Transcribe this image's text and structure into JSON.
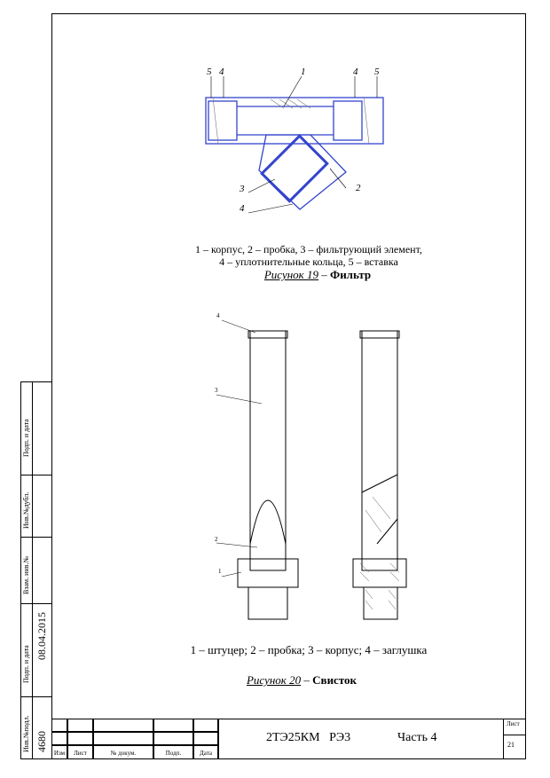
{
  "figure19": {
    "callouts": [
      "5",
      "4",
      "1",
      "4",
      "5",
      "3",
      "2",
      "4"
    ],
    "caption_line1": "1 – корпус, 2 – пробка, 3 – фильтрующий элемент,",
    "caption_line2": "4 – уплотнительные кольца, 5 – вставка",
    "title_italic": "Рисунок 19",
    "title_dash": " – ",
    "title_bold": "Фильтр"
  },
  "figure20": {
    "callouts": [
      "4",
      "3",
      "2",
      "1"
    ],
    "caption": "1 – штуцер; 2 – пробка; 3 – корпус; 4 – заглушка",
    "title_italic": "Рисунок 20",
    "title_dash": " – ",
    "title_bold": "Свисток"
  },
  "side_strip": {
    "labels": [
      "Подп. и дата",
      "Инв.№дубл.",
      "Взам. инв.№",
      "Подп. и дата",
      "Инв.№подл."
    ],
    "date": "08.04.2015",
    "inv_number": "4680"
  },
  "title_block": {
    "headers": [
      "Изм",
      "Лист",
      "№ докум.",
      "Подп.",
      "Дата"
    ],
    "designation": "2ТЭ25КМ   РЭ3",
    "part": "Часть 4",
    "sheet_label": "Лист",
    "sheet_number": "21"
  },
  "colors": {
    "drawing_blue": "#3344cc",
    "line_black": "#000000",
    "hatch_gray": "#777777"
  }
}
